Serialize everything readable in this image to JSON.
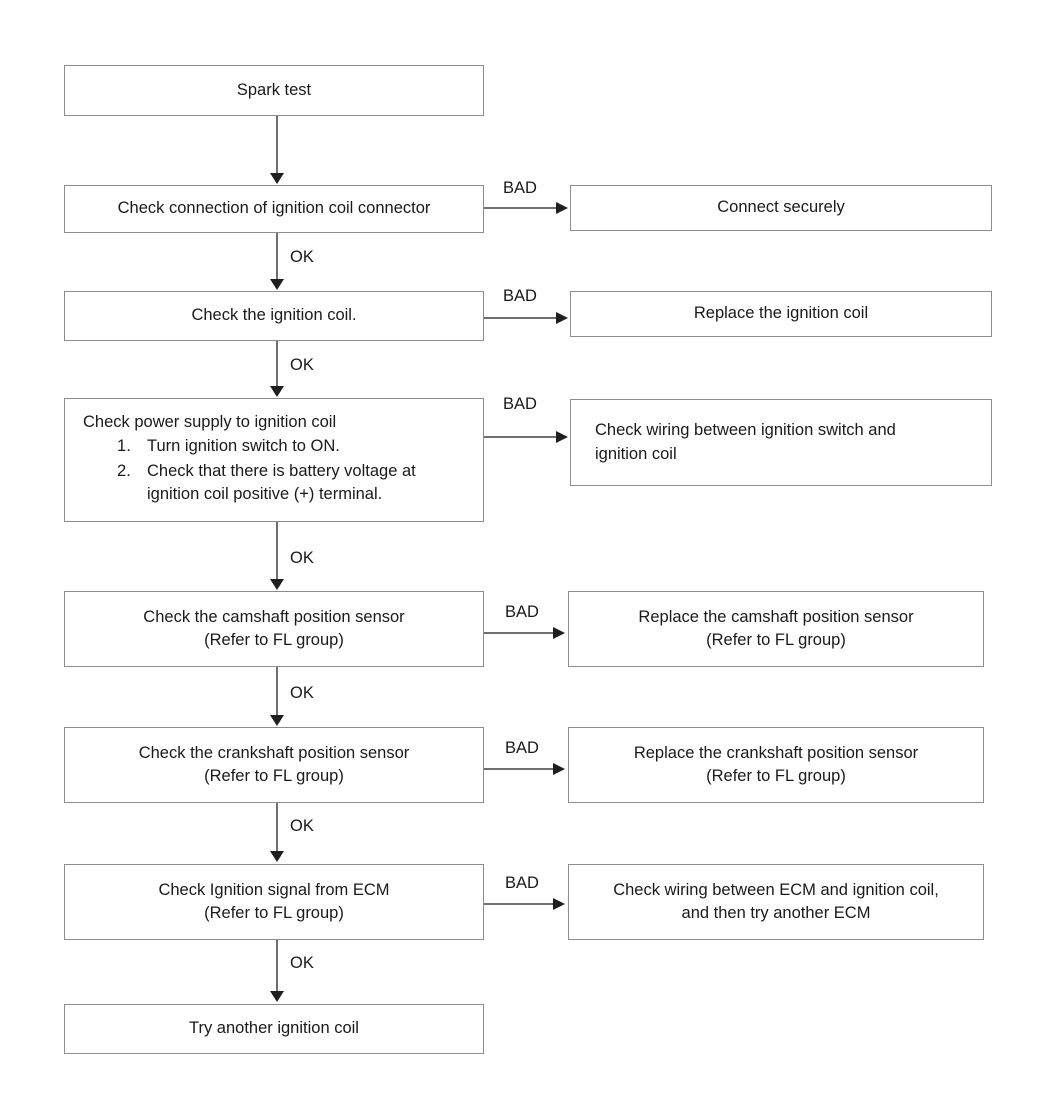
{
  "diagram": {
    "title": "Spark test troubleshooting flowchart",
    "colors": {
      "background": "#ffffff",
      "box_border": "#8d8d8d",
      "connector": "#6f6f6f",
      "arrow_head": "#1f1f1f",
      "text": "#1a1a1a"
    },
    "edge_labels": {
      "ok": "OK",
      "bad": "BAD"
    }
  },
  "nodes": {
    "start": {
      "label": "Spark test"
    },
    "check_connector": {
      "label": "Check connection of ignition coil connector"
    },
    "connect_securely": {
      "label": "Connect securely"
    },
    "check_coil": {
      "label": "Check the ignition coil."
    },
    "replace_coil": {
      "label": "Replace the ignition coil"
    },
    "check_power_supply": {
      "lead": "Check power supply to ignition coil",
      "steps": [
        "Turn ignition switch to ON.",
        "Check that there is battery voltage at\nignition coil positive (+) terminal."
      ]
    },
    "check_wiring_switch": {
      "label": "Check wiring between ignition switch and\nignition coil"
    },
    "check_cmp": {
      "label": "Check the camshaft position sensor\n(Refer to FL group)"
    },
    "replace_cmp": {
      "label": "Replace the camshaft position sensor\n(Refer to FL group)"
    },
    "check_ckp": {
      "label": "Check the crankshaft position sensor\n(Refer to FL group)"
    },
    "replace_ckp": {
      "label": "Replace the crankshaft position sensor\n(Refer to FL group)"
    },
    "check_ecm_signal": {
      "label": "Check Ignition signal from ECM\n(Refer to FL group)"
    },
    "check_wiring_ecm": {
      "label": "Check wiring between ECM and ignition coil,\nand then try another ECM"
    },
    "try_another_coil": {
      "label": "Try another ignition coil"
    }
  },
  "edges": {
    "ok_1": "OK",
    "ok_2": "OK",
    "ok_3": "OK",
    "ok_4": "OK",
    "ok_5": "OK",
    "ok_6": "OK",
    "bad_1": "BAD",
    "bad_2": "BAD",
    "bad_3": "BAD",
    "bad_4": "BAD",
    "bad_5": "BAD",
    "bad_6": "BAD"
  }
}
